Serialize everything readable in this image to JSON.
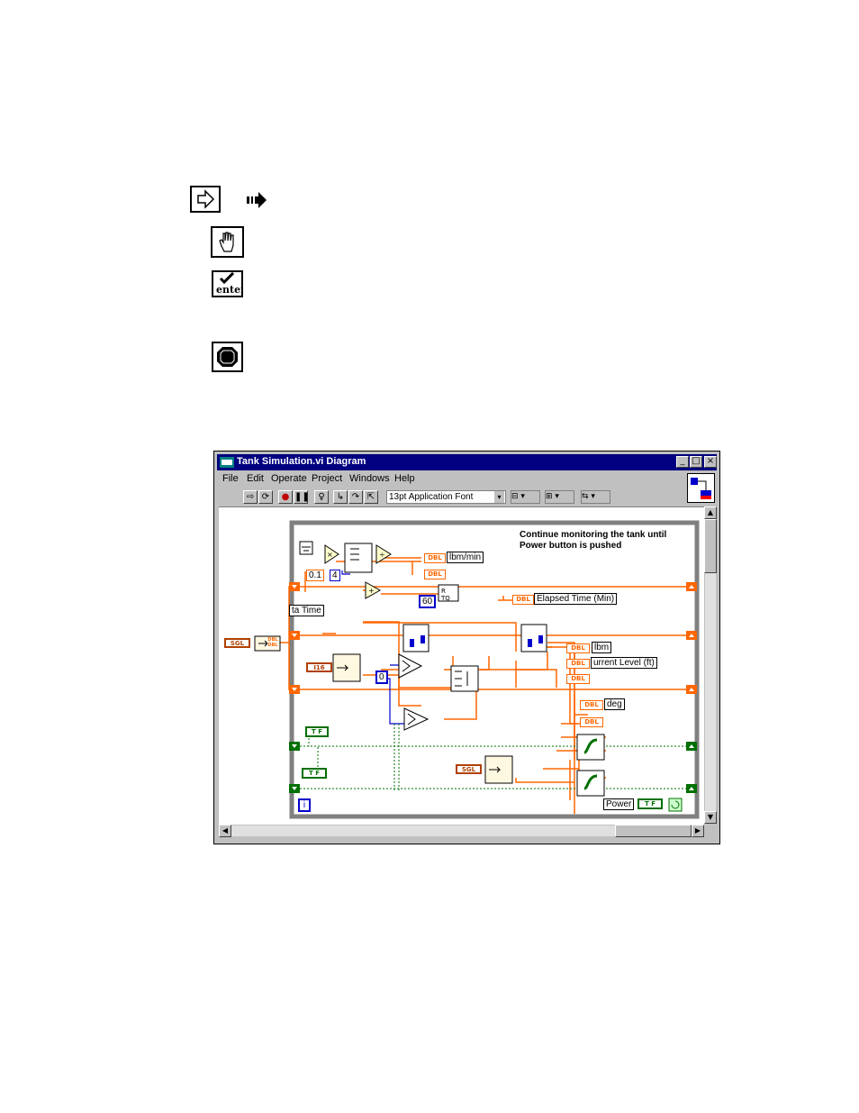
{
  "window": {
    "title": "Tank Simulation.vi Diagram",
    "menu": [
      "File",
      "Edit",
      "Operate",
      "Project",
      "Windows",
      "Help"
    ],
    "font_selector": "13pt Application Font"
  },
  "diagram": {
    "comment": "Continue monitoring the tank until\nPower button is pushed",
    "constants": {
      "c01": "0.1",
      "c4": "4",
      "c60": "60",
      "c0": "0",
      "iter": "i"
    },
    "labels": {
      "flow": "lbm/min",
      "elapsed": "Elapsed Time (Min)",
      "delta": "ta Time",
      "lbm": "lbm",
      "level": "urrent Level (ft)",
      "deg": "deg",
      "power": "Power"
    },
    "terminal_text": {
      "dbl": "DBL",
      "tf": "T F",
      "sgl": "SGL",
      "i16": "I16"
    }
  },
  "icons": [
    "run-arrow-icon",
    "run-arrow-black-icon",
    "operating-hand-icon",
    "enter-icon",
    "stop-icon"
  ],
  "colors": {
    "titlebar": "#000080",
    "wire_orange": "#ff6600",
    "wire_green": "#007000",
    "wire_blue": "#0000cc",
    "frame": "#808080"
  }
}
